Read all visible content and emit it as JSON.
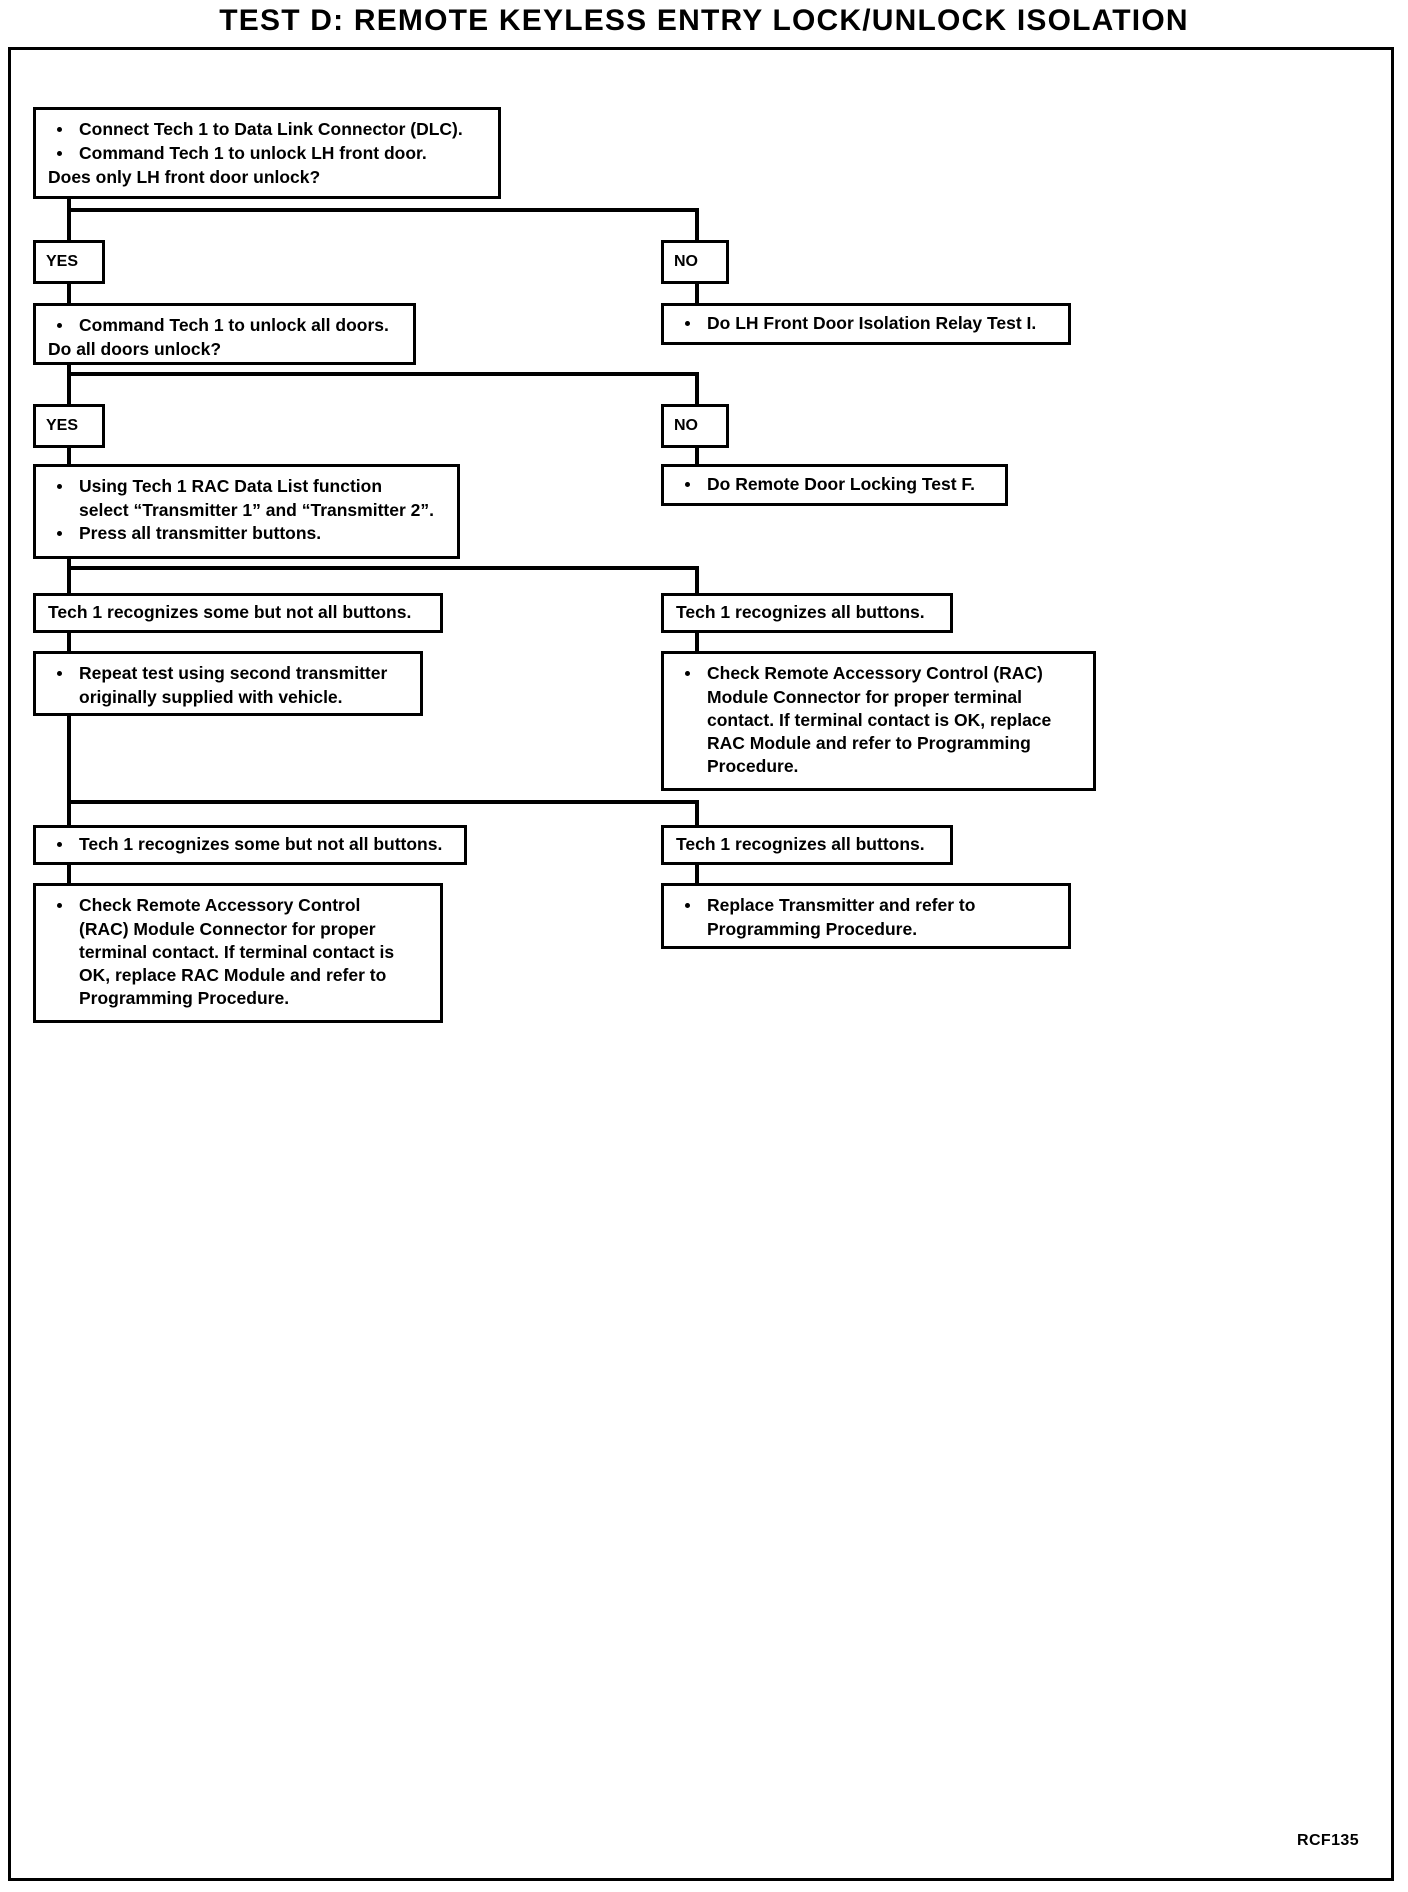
{
  "page": {
    "title": "TEST D: REMOTE KEYLESS ENTRY LOCK/UNLOCK ISOLATION",
    "footer_code": "RCF135"
  },
  "labels": {
    "yes_1": "YES",
    "no_1": "NO",
    "yes_2": "YES",
    "no_2": "NO"
  },
  "boxes": {
    "start": {
      "line1": "Connect Tech 1 to Data Link Connector (DLC).",
      "line2": "Command Tech 1 to unlock LH front door.",
      "line3": "Does only LH front door unlock?"
    },
    "isolation_relay": {
      "line1": "Do LH Front Door Isolation Relay Test I."
    },
    "unlock_all": {
      "line1": "Command Tech 1 to unlock all doors.",
      "line2": "Do all doors unlock?"
    },
    "remote_door_locking": {
      "line1": "Do Remote Door Locking Test F."
    },
    "data_list": {
      "line1": "Using Tech 1 RAC Data List function",
      "line2": "select “Transmitter 1” and “Transmitter 2”.",
      "line3": "Press all transmitter buttons."
    },
    "some_not_all_1": {
      "line1": "Tech 1 recognizes some but not all buttons."
    },
    "all_buttons_1": {
      "line1": "Tech 1 recognizes all buttons."
    },
    "repeat_test": {
      "line1": "Repeat test using second transmitter",
      "line2": "originally supplied with vehicle."
    },
    "check_rac_right": {
      "line1": "Check Remote Accessory Control (RAC)",
      "line2": "Module Connector for proper terminal",
      "line3": "contact. If terminal contact is OK, replace",
      "line4": "RAC Module and refer to Programming",
      "line5": "Procedure."
    },
    "some_not_all_2": {
      "line1": "Tech 1 recognizes some but not all buttons."
    },
    "all_buttons_2": {
      "line1": "Tech 1 recognizes all buttons."
    },
    "check_rac_left": {
      "line1": "Check Remote Accessory Control",
      "line2": "(RAC) Module Connector for proper",
      "line3": "terminal contact. If terminal contact is",
      "line4": "OK, replace RAC Module and refer to",
      "line5": "Programming Procedure."
    },
    "replace_transmitter": {
      "line1": "Replace Transmitter and refer to",
      "line2": "Programming Procedure."
    }
  }
}
